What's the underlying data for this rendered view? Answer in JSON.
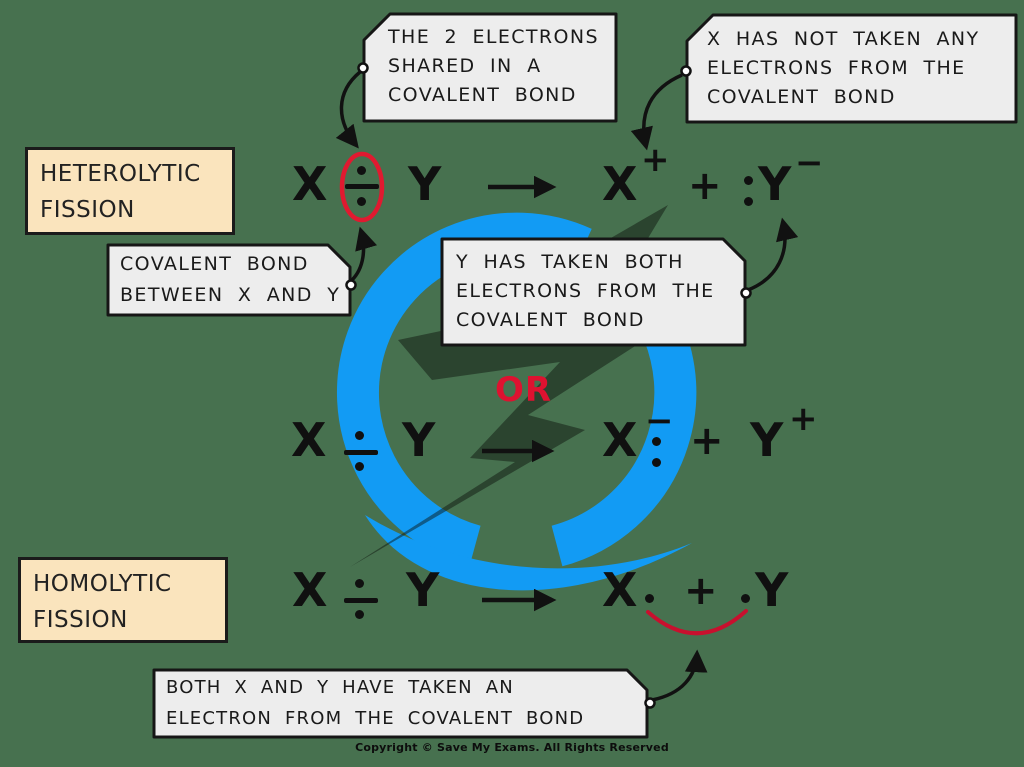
{
  "title_labels": {
    "heterolytic": "HETEROLYTIC\nFISSION",
    "homolytic": "HOMOLYTIC\nFISSION"
  },
  "callouts": {
    "electrons_shared": "THE 2 ELECTRONS\nSHARED IN A\nCOVALENT BOND",
    "x_not_taken": "X HAS NOT TAKEN ANY\nELECTRONS FROM THE\nCOVALENT BOND",
    "covalent_bond": "COVALENT BOND\nBETWEEN X AND Y",
    "y_taken_both": "Y HAS TAKEN BOTH\nELECTRONS FROM THE\nCOVALENT BOND",
    "both_taken": "BOTH X AND Y HAVE TAKEN AN\nELECTRON FROM  THE COVALENT BOND"
  },
  "or_label": "OR",
  "equations": {
    "heterolytic": {
      "reactant1": "X",
      "reactant2": "Y",
      "product1": "X",
      "product1_charge": "+",
      "operator": "+",
      "product2": "Y",
      "product2_charge": "−"
    },
    "heterolytic_alt": {
      "reactant1": "X",
      "reactant2": "Y",
      "product1": "X",
      "product1_charge": "−",
      "operator": "+",
      "product2": "Y",
      "product2_charge": "+"
    },
    "homolytic": {
      "reactant1": "X",
      "reactant2": "Y",
      "product1": "X",
      "operator": "+",
      "product2": "Y"
    }
  },
  "footer": {
    "copyright": "Copyright © Save My Exams. All Rights Reserved"
  },
  "colors": {
    "background": "#47714F",
    "accent_blue": "#129BF4",
    "accent_red": "#DE1230",
    "label_bg": "#FAE4BD",
    "callout_bg": "#EDEDED"
  }
}
